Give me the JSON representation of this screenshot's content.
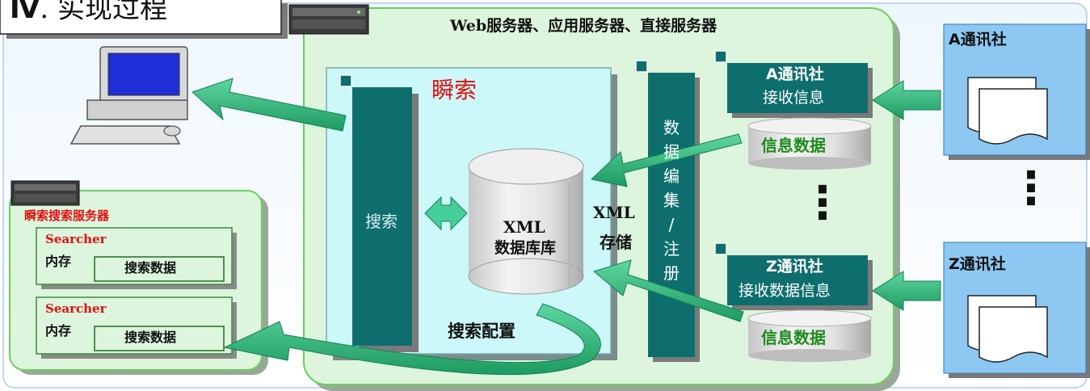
{
  "title_box": {
    "roman": "Ⅳ",
    "text": ". 实现过程"
  },
  "server_area": {
    "title": "Web服务器、应用服务器、直接服务器"
  },
  "shunsuo": {
    "label": "瞬索",
    "search_column": "搜索",
    "config": "搜索配置"
  },
  "xml_db": {
    "line1": "XML",
    "line2": "数据库库"
  },
  "xml_store": {
    "line1": "XML",
    "line2": "存储"
  },
  "data_edit": {
    "chars": [
      "数",
      "据",
      "编",
      "集",
      "/",
      "注",
      "册"
    ]
  },
  "recv_a": {
    "line1": "A通讯社",
    "line2": "接收信息"
  },
  "recv_z": {
    "line1": "Z通讯社",
    "line2": "接收数据信息"
  },
  "info_data_label": "信息数据",
  "agency_a": "A通讯社",
  "agency_z": "Z通讯社",
  "vertical_ellipsis": "⋮",
  "search_server": {
    "title": "瞬索搜索服务器",
    "nodes": [
      {
        "name": "Searcher",
        "memory": "内存",
        "data": "搜索数据"
      },
      {
        "name": "Searcher",
        "memory": "内存",
        "data": "搜索数据"
      }
    ]
  },
  "colors": {
    "teal_dark": "#0e6e6e",
    "arrow_green": "#2db07a",
    "panel_green": "#dcf5dc",
    "panel_border": "#6ccf5c",
    "cyan_box": "#ccf8fa",
    "agency_blue": "#8cc8f2",
    "title_red": "#e01010"
  }
}
